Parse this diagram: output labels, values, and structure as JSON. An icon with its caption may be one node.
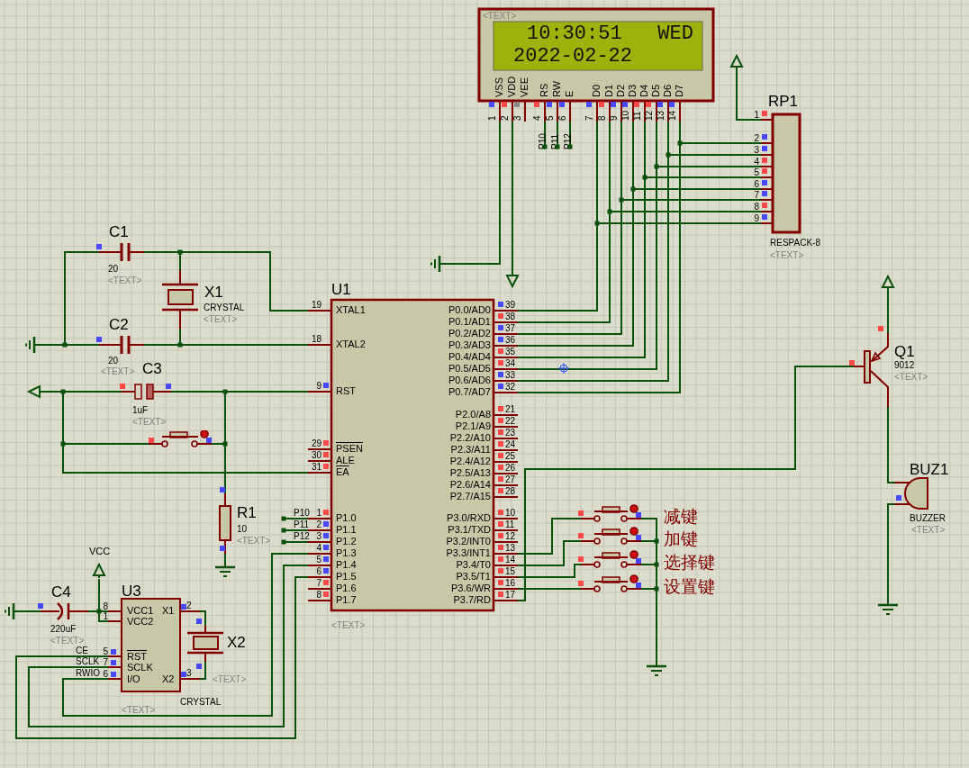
{
  "diagram": {
    "nodes": [
      {
        "text": [
          "10:30:51   WED",
          "2022-02-22",
          "VSS",
          "VDD",
          "VEE",
          "RS",
          "RW",
          "E",
          "D0",
          "D1",
          "D2",
          "D3",
          "D4",
          "D5",
          "D6",
          "D7",
          "<TEXT>"
        ],
        "beside": [
          "1",
          "2",
          "3",
          "4",
          "5",
          "6",
          "7",
          "8",
          "9",
          "10",
          "11",
          "12",
          "13",
          "14"
        ]
      },
      {
        "text": [
          "RP1"
        ],
        "beside": [
          "1",
          "2",
          "3",
          "4",
          "5",
          "6",
          "7",
          "8",
          "9",
          "RESPACK-8",
          "<TEXT>"
        ]
      },
      {
        "text": [
          "U1",
          "XTAL1",
          "XTAL2",
          "RST",
          "PSEN",
          "ALE",
          "EA",
          "P1.0",
          "P1.1",
          "P1.2",
          "P1.3",
          "P1.4",
          "P1.5",
          "P1.6",
          "P1.7",
          "P0.0/AD0",
          "P0.1/AD1",
          "P0.2/AD2",
          "P0.3/AD3",
          "P0.4/AD4",
          "P0.5/AD5",
          "P0.6/AD6",
          "P0.7/AD7",
          "P2.0/A8",
          "P2.1/A9",
          "P2.2/A10",
          "P2.3/A11",
          "P2.4/A12",
          "P2.5/A13",
          "P2.6/A14",
          "P2.7/A15",
          "P3.0/RXD",
          "P3.1/TXD",
          "P3.2/INT0",
          "P3.3/INT1",
          "P3.4/T0",
          "P3.5/T1",
          "P3.6/WR",
          "P3.7/RD"
        ],
        "beside": [
          "19",
          "18",
          "9",
          "29",
          "30",
          "31",
          "1",
          "2",
          "3",
          "4",
          "5",
          "6",
          "7",
          "8",
          "39",
          "38",
          "37",
          "36",
          "35",
          "34",
          "33",
          "32",
          "21",
          "22",
          "23",
          "24",
          "25",
          "26",
          "27",
          "28",
          "10",
          "11",
          "12",
          "13",
          "14",
          "15",
          "16",
          "17",
          "<TEXT>"
        ]
      },
      {
        "text": [
          "C1"
        ],
        "beside": [
          "20",
          "<TEXT>"
        ]
      },
      {
        "text": [
          "X1",
          "CRYSTAL",
          "<TEXT>"
        ]
      },
      {
        "text": [
          "C2"
        ],
        "beside": [
          "20",
          "<TEXT>"
        ]
      },
      {
        "text": [
          "C3"
        ],
        "beside": [
          "1uF",
          "<TEXT>"
        ]
      },
      {
        "text": [],
        "shape": "switch"
      },
      {
        "text": [
          "R1"
        ],
        "beside": [
          "10",
          "<TEXT>"
        ]
      },
      {
        "text": [
          "C4"
        ],
        "beside": [
          "220uF",
          "<TEXT>"
        ]
      },
      {
        "text": [
          "U3",
          "VCC1",
          "VCC2",
          "RST",
          "SCLK",
          "I/O",
          "X1",
          "X2"
        ],
        "beside": [
          "8",
          "1",
          "5",
          "7",
          "6",
          "2",
          "3",
          "<TEXT>"
        ]
      },
      {
        "text": [
          "X2"
        ],
        "beside": [
          "<TEXT>"
        ]
      },
      {
        "text": [
          "Q1",
          "9012",
          "<TEXT>"
        ]
      },
      {
        "text": [
          "BUZ1"
        ],
        "beside": [
          "BUZZER",
          "<TEXT>"
        ]
      },
      {
        "text": [],
        "shape": "switch",
        "beside": [
          "减键"
        ]
      },
      {
        "text": [],
        "shape": "switch",
        "beside": [
          "加键"
        ]
      },
      {
        "text": [],
        "shape": "switch",
        "beside": [
          "选择键"
        ]
      },
      {
        "text": [],
        "shape": "switch",
        "beside": [
          "设置键"
        ]
      },
      {
        "text": [],
        "shape": "ground"
      },
      {
        "text": [],
        "shape": "ground"
      },
      {
        "text": [],
        "shape": "ground"
      },
      {
        "text": [],
        "shape": "ground"
      },
      {
        "text": [],
        "shape": "ground"
      },
      {
        "text": [],
        "shape": "ground"
      },
      {
        "text": [],
        "shape": "triangle"
      },
      {
        "text": [],
        "shape": "triangle"
      },
      {
        "text": [],
        "shape": "triangle"
      },
      {
        "text": [],
        "shape": "triangle"
      },
      {
        "text": [
          "VCC"
        ]
      }
    ],
    "edges": [
      {
        "from": 0,
        "to": 19,
        "arrow": "none"
      },
      {
        "from": 0,
        "to": 25,
        "arrow": "none"
      },
      {
        "from": 0,
        "to": 2,
        "arrow": "none"
      },
      {
        "from": 0,
        "to": 2,
        "arrow": "none"
      },
      {
        "from": 0,
        "to": 2,
        "arrow": "none"
      },
      {
        "from": 0,
        "to": 2,
        "arrow": "none"
      },
      {
        "from": 0,
        "to": 2,
        "arrow": "none"
      },
      {
        "from": 0,
        "to": 2,
        "arrow": "none"
      },
      {
        "from": 0,
        "to": 2,
        "arrow": "none"
      },
      {
        "from": 0,
        "to": 2,
        "arrow": "none"
      },
      {
        "from": 1,
        "to": 0,
        "arrow": "none"
      },
      {
        "from": 1,
        "to": 0,
        "arrow": "none"
      },
      {
        "from": 1,
        "to": 0,
        "arrow": "none"
      },
      {
        "from": 1,
        "to": 0,
        "arrow": "none"
      },
      {
        "from": 1,
        "to": 0,
        "arrow": "none"
      },
      {
        "from": 1,
        "to": 0,
        "arrow": "none"
      },
      {
        "from": 1,
        "to": 0,
        "arrow": "none"
      },
      {
        "from": 1,
        "to": 0,
        "arrow": "none"
      },
      {
        "from": 1,
        "to": 24,
        "arrow": "none"
      },
      {
        "from": 3,
        "to": 18,
        "arrow": "none"
      },
      {
        "from": 3,
        "to": 2,
        "arrow": "none"
      },
      {
        "from": 4,
        "to": 3,
        "arrow": "none"
      },
      {
        "from": 5,
        "to": 2,
        "arrow": "none"
      },
      {
        "from": 4,
        "to": 5,
        "arrow": "none"
      },
      {
        "from": 5,
        "to": 18,
        "arrow": "none"
      },
      {
        "from": 6,
        "to": 26,
        "arrow": "none"
      },
      {
        "from": 6,
        "to": 2,
        "arrow": "none"
      },
      {
        "from": 7,
        "to": 26,
        "arrow": "none"
      },
      {
        "from": 7,
        "to": 8,
        "arrow": "none"
      },
      {
        "from": 8,
        "to": 2,
        "arrow": "none"
      },
      {
        "from": 2,
        "to": 26,
        "arrow": "none"
      },
      {
        "from": 8,
        "to": 20,
        "arrow": "none"
      },
      {
        "from": 9,
        "to": 21,
        "arrow": "none"
      },
      {
        "from": 9,
        "to": 10,
        "arrow": "none"
      },
      {
        "from": 28,
        "to": 10,
        "arrow": "none"
      },
      {
        "from": 10,
        "to": 11,
        "arrow": "none"
      },
      {
        "from": 10,
        "to": 11,
        "arrow": "none"
      },
      {
        "from": 10,
        "to": 2,
        "arrow": "none"
      },
      {
        "from": 10,
        "to": 2,
        "arrow": "none"
      },
      {
        "from": 10,
        "to": 2,
        "arrow": "none"
      },
      {
        "from": 2,
        "to": 12,
        "arrow": "none"
      },
      {
        "from": 12,
        "to": 27,
        "arrow": "none"
      },
      {
        "from": 12,
        "to": 13,
        "arrow": "none"
      },
      {
        "from": 13,
        "to": 23,
        "arrow": "none"
      },
      {
        "from": 14,
        "to": 2,
        "arrow": "none"
      },
      {
        "from": 15,
        "to": 2,
        "arrow": "none"
      },
      {
        "from": 16,
        "to": 2,
        "arrow": "none"
      },
      {
        "from": 17,
        "to": 2,
        "arrow": "none"
      },
      {
        "from": 14,
        "to": 22,
        "arrow": "none"
      },
      {
        "from": 15,
        "to": 22,
        "arrow": "none"
      },
      {
        "from": 16,
        "to": 22,
        "arrow": "none"
      },
      {
        "from": 17,
        "to": 22,
        "arrow": "none"
      }
    ],
    "labels": [
      "P10",
      "P11",
      "P12",
      "P10",
      "P11",
      "P12",
      "CE",
      "SCLK",
      "RWIO",
      "CRYSTAL"
    ]
  }
}
